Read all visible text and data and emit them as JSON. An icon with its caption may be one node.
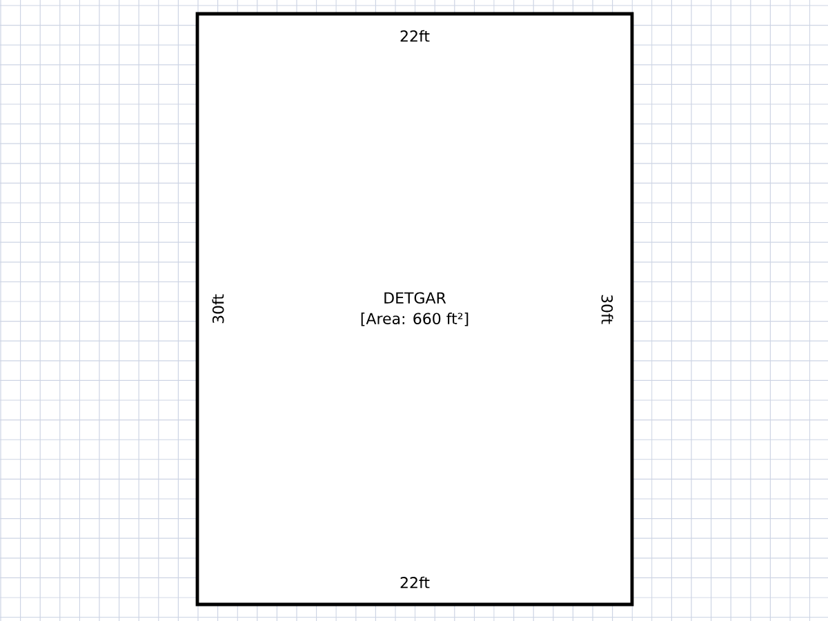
{
  "diagram": {
    "nodes": [
      {
        "text": [
          "DETGAR",
          "[Area: 660 ft²]"
        ]
      }
    ],
    "labels": [
      "22ft",
      "30ft",
      "30ft",
      "22ft"
    ]
  }
}
